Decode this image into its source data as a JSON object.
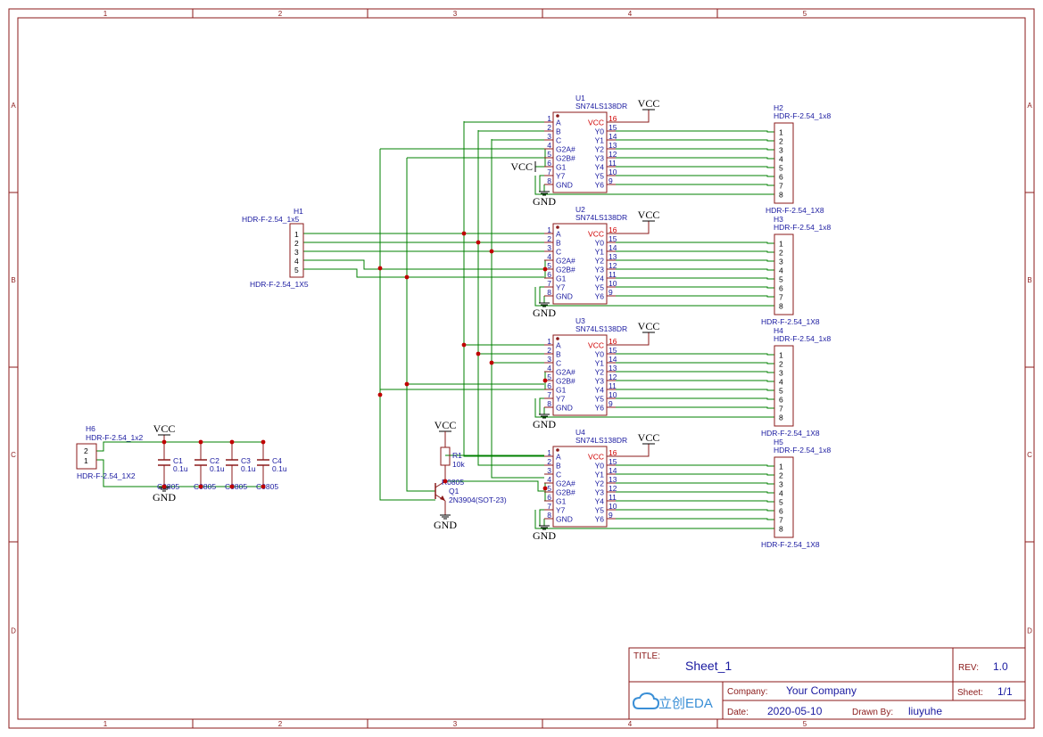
{
  "sheet": {
    "columns": [
      "1",
      "2",
      "3",
      "4",
      "5"
    ],
    "rows": [
      "A",
      "B",
      "C",
      "D"
    ],
    "colors": {
      "frame": "#8b1a1a",
      "wire": "#008000",
      "component": "#8b1a1a",
      "junction": "#c00000",
      "pin_label": "#1a1aa0",
      "pin_number": "#1a1aa0",
      "vcc_pin": "#d00000",
      "power_text": "#000000"
    }
  },
  "decoders": [
    {
      "ref": "U1",
      "value": "SN74LS138DR"
    },
    {
      "ref": "U2",
      "value": "SN74LS138DR"
    },
    {
      "ref": "U3",
      "value": "SN74LS138DR"
    },
    {
      "ref": "U4",
      "value": "SN74LS138DR"
    }
  ],
  "decoder_pins": {
    "left": [
      {
        "num": "1",
        "name": "A"
      },
      {
        "num": "2",
        "name": "B"
      },
      {
        "num": "3",
        "name": "C"
      },
      {
        "num": "4",
        "name": "G2A#"
      },
      {
        "num": "5",
        "name": "G2B#"
      },
      {
        "num": "6",
        "name": "G1"
      },
      {
        "num": "7",
        "name": "Y7"
      },
      {
        "num": "8",
        "name": "GND"
      }
    ],
    "right": [
      {
        "num": "16",
        "name": "VCC"
      },
      {
        "num": "15",
        "name": "Y0"
      },
      {
        "num": "14",
        "name": "Y1"
      },
      {
        "num": "13",
        "name": "Y2"
      },
      {
        "num": "12",
        "name": "Y3"
      },
      {
        "num": "11",
        "name": "Y4"
      },
      {
        "num": "10",
        "name": "Y5"
      },
      {
        "num": "9",
        "name": "Y6"
      }
    ]
  },
  "headers_1x8": [
    {
      "ref": "H2",
      "top_label": "HDR-F-2.54_1x8",
      "bottom_label": "HDR-F-2.54_1X8"
    },
    {
      "ref": "H3",
      "top_label": "HDR-F-2.54_1x8",
      "bottom_label": "HDR-F-2.54_1X8"
    },
    {
      "ref": "H4",
      "top_label": "HDR-F-2.54_1x8",
      "bottom_label": "HDR-F-2.54_1X8"
    },
    {
      "ref": "H5",
      "top_label": "HDR-F-2.54_1x8",
      "bottom_label": "HDR-F-2.54_1X8"
    }
  ],
  "header_pins_1x8": [
    "1",
    "2",
    "3",
    "4",
    "5",
    "6",
    "7",
    "8"
  ],
  "h1": {
    "ref": "H1",
    "top_label": "HDR-F-2.54_1x5",
    "bottom_label": "HDR-F-2.54_1X5",
    "pins": [
      "1",
      "2",
      "3",
      "4",
      "5"
    ]
  },
  "h6": {
    "ref": "H6",
    "top_label": "HDR-F-2.54_1x2",
    "bottom_label": "HDR-F-2.54_1X2",
    "pins": [
      "2",
      "1"
    ]
  },
  "capacitors": [
    {
      "ref": "C1",
      "value": "0.1u",
      "package": "C0805"
    },
    {
      "ref": "C2",
      "value": "0.1u",
      "package": "C0805"
    },
    {
      "ref": "C3",
      "value": "0.1u",
      "package": "C0805"
    },
    {
      "ref": "C4",
      "value": "0.1u",
      "package": "C0805"
    }
  ],
  "resistor": {
    "ref": "R1",
    "value": "10k",
    "package": "R0805"
  },
  "transistor": {
    "ref": "Q1",
    "value": "2N3904(SOT-23)"
  },
  "power": {
    "vcc": "VCC",
    "gnd": "GND"
  },
  "title_block": {
    "title_label": "TITLE:",
    "title": "Sheet_1",
    "rev_label": "REV:",
    "rev": "1.0",
    "company_label": "Company:",
    "company": "Your Company",
    "sheet_label": "Sheet:",
    "sheet": "1/1",
    "date_label": "Date:",
    "date": "2020-05-10",
    "drawn_label": "Drawn By:",
    "drawn_by": "liuyuhe",
    "logo_text": "立创EDA"
  }
}
